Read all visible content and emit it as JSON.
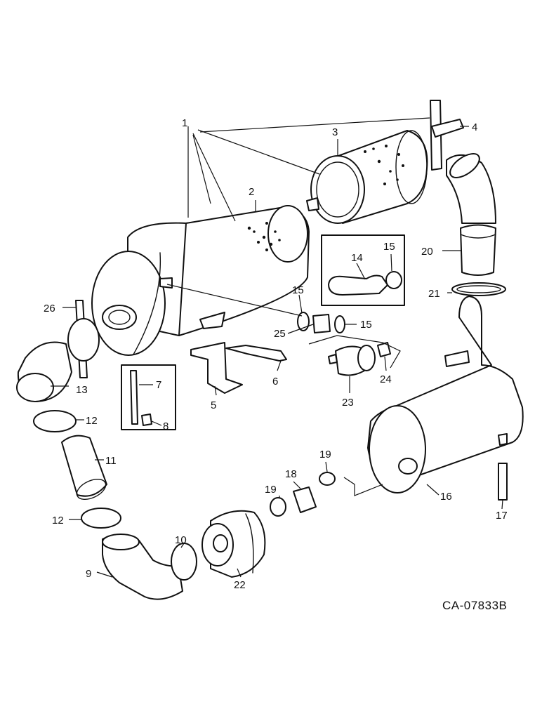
{
  "diagram": {
    "drawing_code": "CA-07833B",
    "callouts": {
      "c1": "1",
      "c2": "2",
      "c3": "3",
      "c4": "4",
      "c5": "5",
      "c6": "6",
      "c7": "7",
      "c8": "8",
      "c9": "9",
      "c10": "10",
      "c11": "11",
      "c12a": "12",
      "c12b": "12",
      "c13": "13",
      "c14": "14",
      "c15a": "15",
      "c15b": "15",
      "c15c": "15",
      "c16": "16",
      "c17": "17",
      "c18": "18",
      "c19a": "19",
      "c19b": "19",
      "c20": "20",
      "c21": "21",
      "c22": "22",
      "c23": "23",
      "c24": "24",
      "c25": "25",
      "c26": "26"
    }
  }
}
